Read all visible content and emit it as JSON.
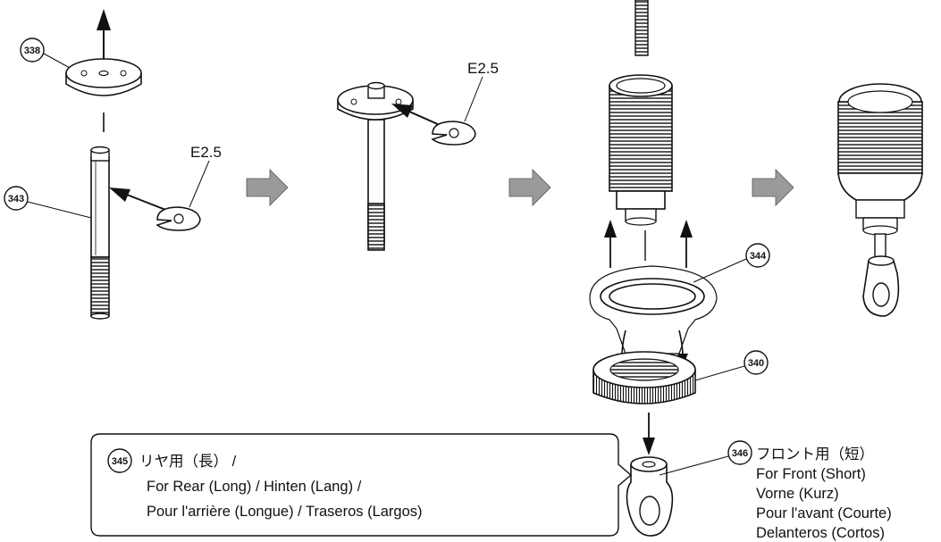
{
  "parts": {
    "p338": "338",
    "p343": "343",
    "p344": "344",
    "p340": "340",
    "p345": "345",
    "p346": "346"
  },
  "clips": {
    "clip_left": "E2.5",
    "clip_middle": "E2.5"
  },
  "callout_rear": {
    "line1": "リヤ用（長） /",
    "line2": "For Rear (Long) / Hinten (Lang) /",
    "line3": "Pour l'arrière (Longue) / Traseros (Largos)"
  },
  "callout_front": {
    "line1": "フロント用（短）",
    "line2": "For Front (Short)",
    "line3": "Vorne (Kurz)",
    "line4": "Pour l'avant (Courte)",
    "line5": "Delanteros (Cortos)"
  },
  "colors": {
    "line": "#111111",
    "arrow_fill": "#9a9a9a",
    "part_fill": "#ffffff",
    "shade": "#d6d6d6"
  }
}
